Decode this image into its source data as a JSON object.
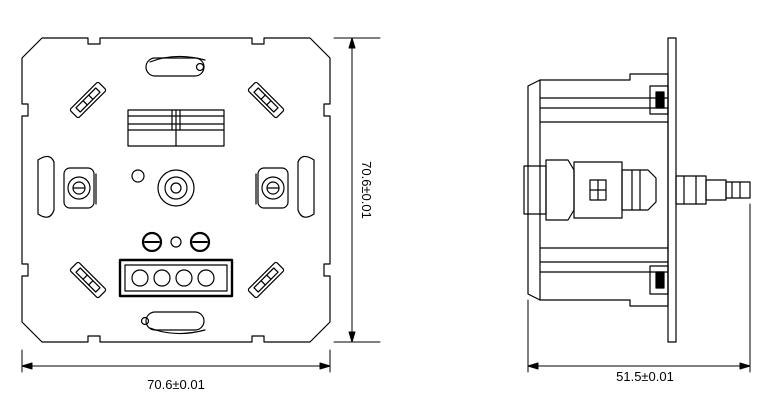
{
  "front_view": {
    "width_dimension": "70.6±0.01",
    "height_dimension": "70.6±0.01"
  },
  "side_view": {
    "depth_dimension": "51.5±0.01"
  }
}
